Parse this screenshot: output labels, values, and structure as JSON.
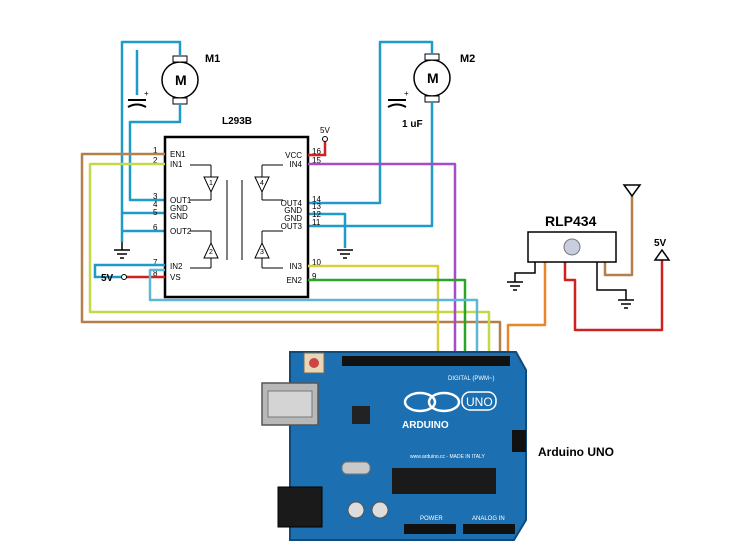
{
  "motors": {
    "m1": {
      "label": "M1",
      "symbol": "M"
    },
    "m2": {
      "label": "M2",
      "symbol": "M"
    }
  },
  "capacitor": {
    "value_label": "1 uF"
  },
  "driver": {
    "name": "L293B",
    "left_pins": [
      {
        "num": "1",
        "name": "EN1"
      },
      {
        "num": "2",
        "name": "IN1"
      },
      {
        "num": "3",
        "name": "OUT1"
      },
      {
        "num": "4",
        "name": "GND"
      },
      {
        "num": "5",
        "name": "GND"
      },
      {
        "num": "6",
        "name": "OUT2"
      },
      {
        "num": "7",
        "name": "IN2"
      },
      {
        "num": "8",
        "name": "VS"
      }
    ],
    "right_pins": [
      {
        "num": "16",
        "name": "VCC"
      },
      {
        "num": "15",
        "name": "IN4"
      },
      {
        "num": "14",
        "name": "OUT4"
      },
      {
        "num": "13",
        "name": "GND"
      },
      {
        "num": "12",
        "name": "GND"
      },
      {
        "num": "11",
        "name": "OUT3"
      },
      {
        "num": "10",
        "name": "IN3"
      },
      {
        "num": "9",
        "name": "EN2"
      }
    ],
    "buffers": [
      "1",
      "2",
      "3",
      "4"
    ]
  },
  "supply": {
    "vcc_label": "5V",
    "vs_label": "5V",
    "rx_label": "5V"
  },
  "receiver": {
    "name": "RLP434"
  },
  "arduino": {
    "caption": "Arduino UNO",
    "logo_text": "ARDUINO",
    "model_text": "UNO",
    "digital_label": "DIGITAL (PWM~)",
    "power_label": "POWER",
    "analog_label": "ANALOG IN",
    "made_label": "www.arduino.cc - MADE IN ITALY"
  },
  "colors": {
    "blue_wire": "#1f9bc9",
    "brown_wire": "#b3804c",
    "green_wire": "#2aa52a",
    "yellow_wire": "#d9cf3b",
    "purple_wire": "#a64cc7",
    "lightgreen_wire": "#9ad66a",
    "orange_wire": "#e8862a",
    "red_wire": "#d02020",
    "board": "#1c6fb0"
  }
}
